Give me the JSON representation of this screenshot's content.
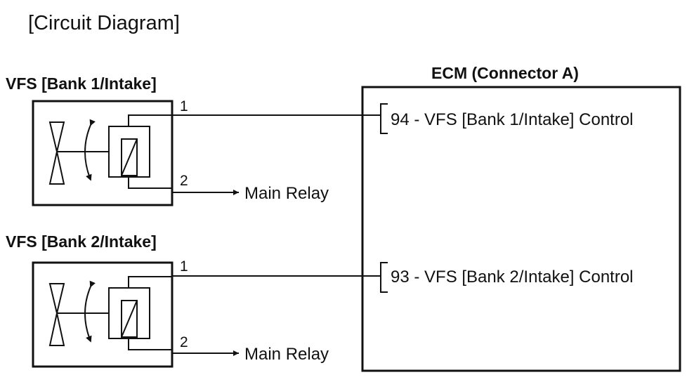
{
  "diagram": {
    "title": "[Circuit Diagram]",
    "ecm": {
      "title": "ECM (Connector A)",
      "terminals": [
        "94 - VFS [Bank 1/Intake] Control",
        "93 - VFS [Bank 2/Intake] Control"
      ]
    },
    "vfs": [
      {
        "title": "VFS [Bank 1/Intake]",
        "pin1": "1",
        "pin2": "2",
        "output": "Main Relay"
      },
      {
        "title": "VFS [Bank 2/Intake]",
        "pin1": "1",
        "pin2": "2",
        "output": "Main Relay"
      }
    ]
  }
}
